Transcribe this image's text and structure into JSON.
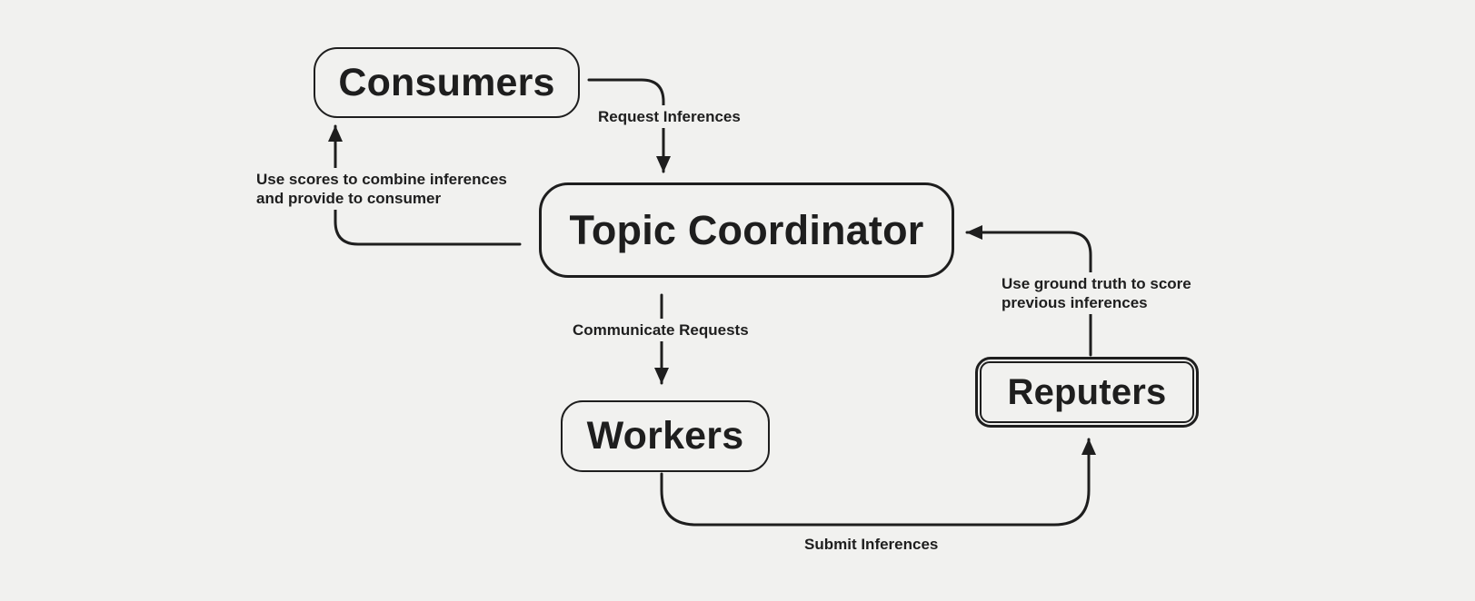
{
  "colors": {
    "background": "#f1f1ef",
    "ink": "#1e1e1e"
  },
  "nodes": {
    "consumers": {
      "label": "Consumers"
    },
    "topic_coordinator": {
      "label": "Topic Coordinator"
    },
    "workers": {
      "label": "Workers"
    },
    "reputers": {
      "label": "Reputers"
    }
  },
  "edges": {
    "request_inferences": {
      "from": "Consumers",
      "to": "Topic Coordinator",
      "label": "Request Inferences"
    },
    "use_scores": {
      "from": "Topic Coordinator",
      "to": "Consumers",
      "label_line1": "Use scores to combine inferences",
      "label_line2": "and provide to consumer"
    },
    "communicate_requests": {
      "from": "Topic Coordinator",
      "to": "Workers",
      "label": "Communicate Requests"
    },
    "submit_inferences": {
      "from": "Workers",
      "to": "Reputers",
      "label": "Submit Inferences"
    },
    "use_ground_truth": {
      "from": "Reputers",
      "to": "Topic Coordinator",
      "label_line1": "Use ground truth to score",
      "label_line2": "previous inferences"
    }
  }
}
